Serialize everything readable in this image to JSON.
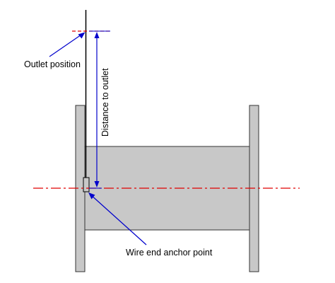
{
  "diagram": {
    "labels": {
      "outlet_position": "Outlet position",
      "distance_to_outlet": "Distance to outlet",
      "wire_anchor": "Wire end anchor point"
    },
    "colors": {
      "spool_fill": "#c8c8c8",
      "outline": "#333333",
      "axis_line": "#e00000",
      "dimension": "#0000cc",
      "wire": "#000000",
      "background": "#ffffff"
    }
  }
}
